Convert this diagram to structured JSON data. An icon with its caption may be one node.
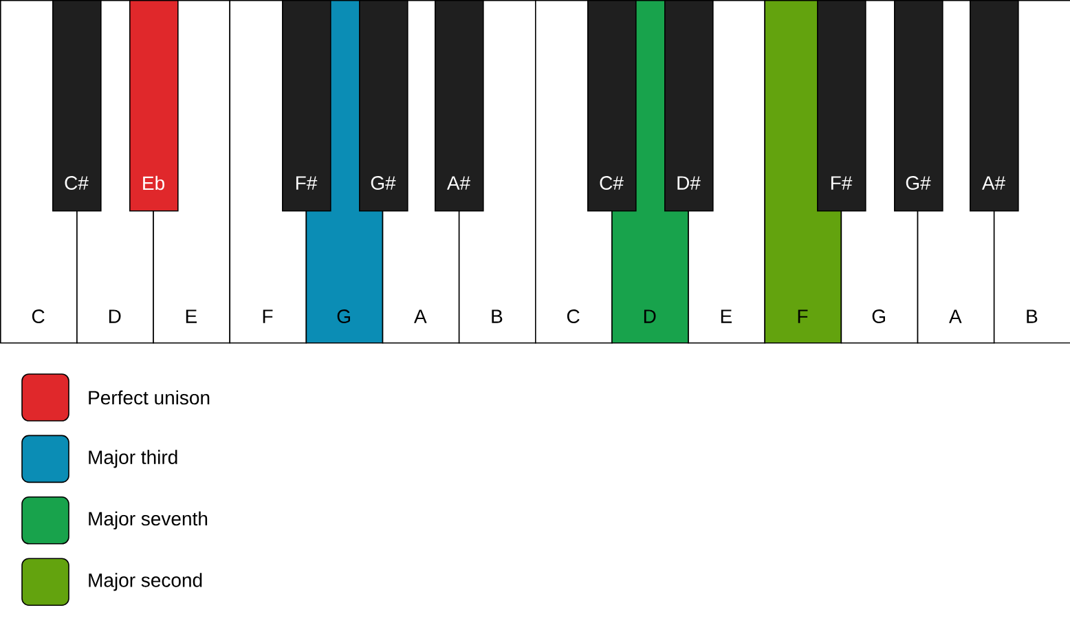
{
  "diagram": {
    "nodes": [
      {
        "text": [
          "C#"
        ]
      },
      {
        "text": [
          "Eb"
        ]
      },
      {
        "text": [
          "F#"
        ]
      },
      {
        "text": [
          "G#"
        ]
      },
      {
        "text": [
          "A#"
        ]
      },
      {
        "text": [
          "C#"
        ]
      },
      {
        "text": [
          "D#"
        ]
      },
      {
        "text": [
          "F#"
        ]
      },
      {
        "text": [
          "G#"
        ]
      },
      {
        "text": [
          "A#"
        ]
      },
      {
        "text": [
          "C"
        ]
      },
      {
        "text": [
          "D"
        ]
      },
      {
        "text": [
          "E"
        ]
      },
      {
        "text": [
          "F"
        ]
      },
      {
        "text": [
          "G"
        ]
      },
      {
        "text": [
          "A"
        ]
      },
      {
        "text": [
          "B"
        ]
      },
      {
        "text": [
          "C"
        ]
      },
      {
        "text": [
          "D"
        ]
      },
      {
        "text": [
          "E"
        ]
      },
      {
        "text": [
          "F"
        ]
      },
      {
        "text": [
          "G"
        ]
      },
      {
        "text": [
          "A"
        ]
      },
      {
        "text": [
          "B"
        ]
      }
    ],
    "legend": [
      {
        "text": "Perfect unison",
        "color": "#e0282b"
      },
      {
        "text": "Major third",
        "color": "#0b8db5"
      },
      {
        "text": "Major seventh",
        "color": "#18a34c"
      },
      {
        "text": "Major second",
        "color": "#63a30e"
      }
    ]
  }
}
